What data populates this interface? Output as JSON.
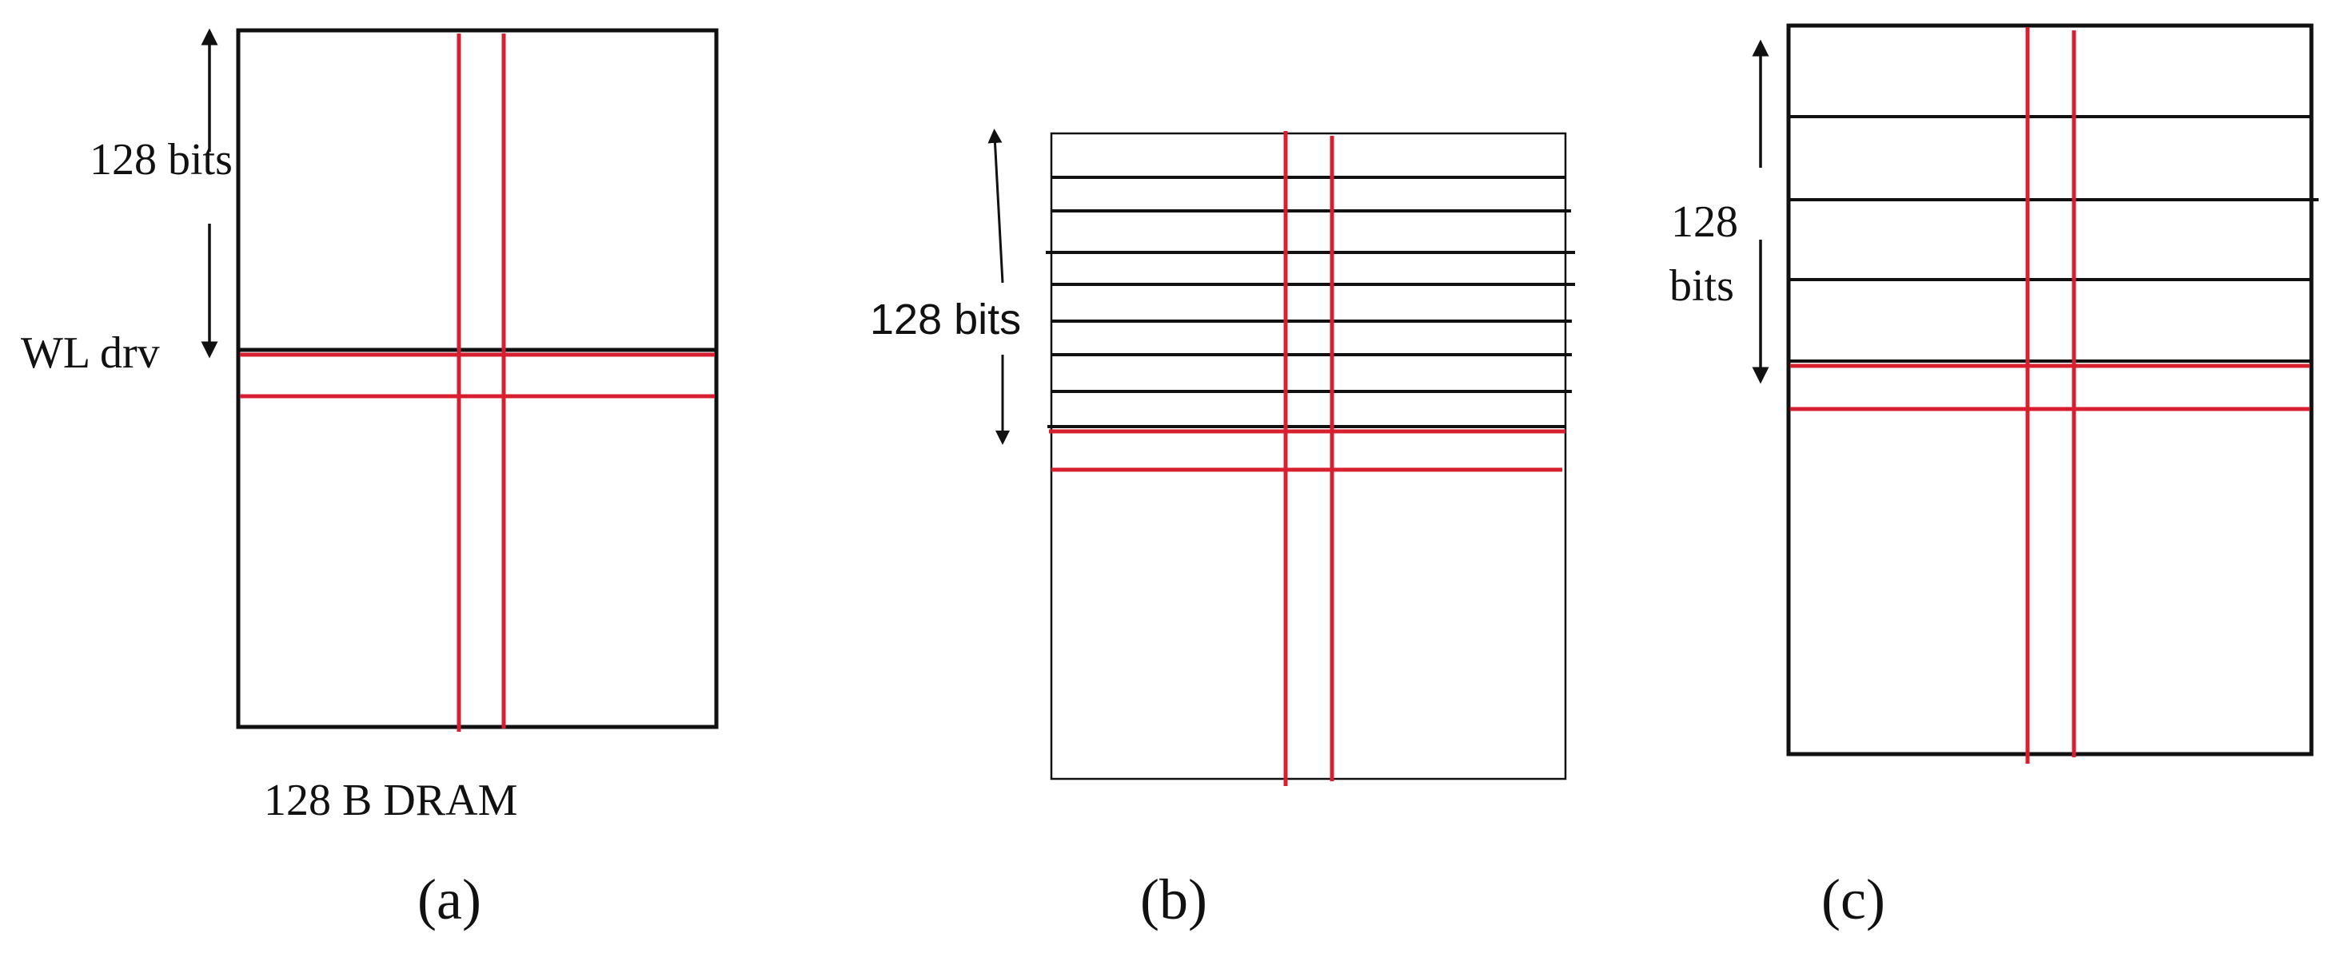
{
  "panels": [
    {
      "id": "a",
      "caption": "(a)",
      "bits_label": "128 bits",
      "driver_label": "WL drv",
      "bottom_label": "128 B DRAM"
    },
    {
      "id": "b",
      "caption": "(b)",
      "bits_label": "128 bits"
    },
    {
      "id": "c",
      "caption": "(c)",
      "bits_label_line1": "128",
      "bits_label_line2": "bits"
    }
  ],
  "colors": {
    "outline": "#111111",
    "highlight": "#d62030"
  }
}
